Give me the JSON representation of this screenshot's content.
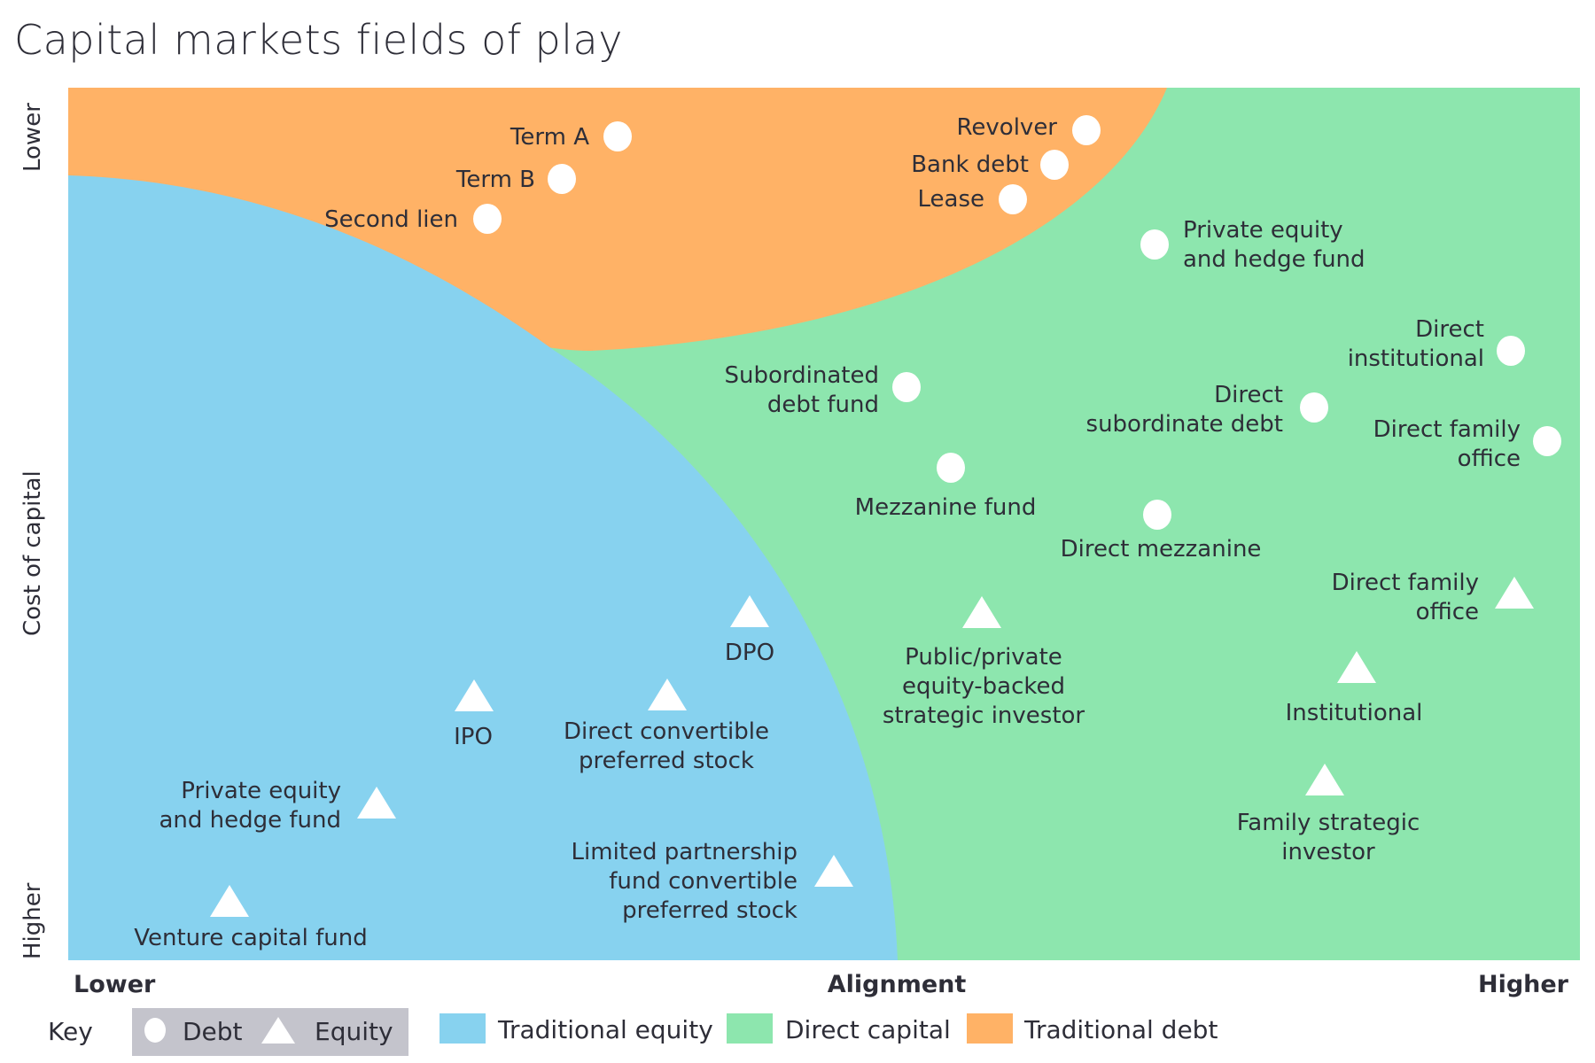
{
  "title": "Capital markets fields of play",
  "colors": {
    "traditional_equity": "#87d2ef",
    "direct_capital": "#8de6ae",
    "traditional_debt": "#ffb266",
    "marker": "#ffffff",
    "text": "#2e2e38",
    "key_box": "#c4c4cc"
  },
  "axes": {
    "y_title": "Cost of capital",
    "y_top": "Lower",
    "y_bottom": "Higher",
    "x_title": "Alignment",
    "x_left": "Lower",
    "x_right": "Higher"
  },
  "regions": [
    {
      "name": "Traditional debt"
    },
    {
      "name": "Traditional equity"
    },
    {
      "name": "Direct capital"
    }
  ],
  "points": [
    {
      "id": "term-a",
      "type": "debt",
      "lines": [
        "Term A"
      ],
      "region": "Traditional debt"
    },
    {
      "id": "term-b",
      "type": "debt",
      "lines": [
        "Term B"
      ],
      "region": "Traditional debt"
    },
    {
      "id": "second-lien",
      "type": "debt",
      "lines": [
        "Second lien"
      ],
      "region": "Traditional debt"
    },
    {
      "id": "revolver",
      "type": "debt",
      "lines": [
        "Revolver"
      ],
      "region": "Traditional debt"
    },
    {
      "id": "bank-debt",
      "type": "debt",
      "lines": [
        "Bank debt"
      ],
      "region": "Traditional debt"
    },
    {
      "id": "lease",
      "type": "debt",
      "lines": [
        "Lease"
      ],
      "region": "Traditional debt"
    },
    {
      "id": "pe-hedge-debt",
      "type": "debt",
      "lines": [
        "Private equity",
        "and hedge fund"
      ],
      "region": "Direct capital"
    },
    {
      "id": "direct-institutional",
      "type": "debt",
      "lines": [
        "Direct",
        "institutional"
      ],
      "region": "Direct capital"
    },
    {
      "id": "subordinated-debt-fund",
      "type": "debt",
      "lines": [
        "Subordinated",
        "debt fund"
      ],
      "region": "Direct capital"
    },
    {
      "id": "direct-subordinate-debt",
      "type": "debt",
      "lines": [
        "Direct",
        "subordinate debt"
      ],
      "region": "Direct capital"
    },
    {
      "id": "direct-family-office-debt",
      "type": "debt",
      "lines": [
        "Direct family",
        "office"
      ],
      "region": "Direct capital"
    },
    {
      "id": "mezzanine-fund",
      "type": "debt",
      "lines": [
        "Mezzanine fund"
      ],
      "region": "Direct capital"
    },
    {
      "id": "direct-mezzanine",
      "type": "debt",
      "lines": [
        "Direct mezzanine"
      ],
      "region": "Direct capital"
    },
    {
      "id": "dpo",
      "type": "equity",
      "lines": [
        "DPO"
      ],
      "region": "Traditional equity"
    },
    {
      "id": "public-private-strategic",
      "type": "equity",
      "lines": [
        "Public/private",
        "equity-backed",
        "strategic investor"
      ],
      "region": "Direct capital"
    },
    {
      "id": "direct-family-office-equity",
      "type": "equity",
      "lines": [
        "Direct family",
        "office"
      ],
      "region": "Direct capital"
    },
    {
      "id": "institutional",
      "type": "equity",
      "lines": [
        "Institutional"
      ],
      "region": "Direct capital"
    },
    {
      "id": "ipo",
      "type": "equity",
      "lines": [
        "IPO"
      ],
      "region": "Traditional equity"
    },
    {
      "id": "direct-convertible-preferred",
      "type": "equity",
      "lines": [
        "Direct convertible",
        "preferred stock"
      ],
      "region": "Traditional equity"
    },
    {
      "id": "pe-hedge-equity",
      "type": "equity",
      "lines": [
        "Private equity",
        "and hedge fund"
      ],
      "region": "Traditional equity"
    },
    {
      "id": "family-strategic-investor",
      "type": "equity",
      "lines": [
        "Family strategic",
        "investor"
      ],
      "region": "Direct capital"
    },
    {
      "id": "lp-fund-convertible-preferred",
      "type": "equity",
      "lines": [
        "Limited partnership",
        "fund convertible",
        "preferred stock"
      ],
      "region": "Traditional equity"
    },
    {
      "id": "venture-capital-fund",
      "type": "equity",
      "lines": [
        "Venture capital fund"
      ],
      "region": "Traditional equity"
    }
  ],
  "legend": {
    "key_label": "Key",
    "debt_label": "Debt",
    "equity_label": "Equity",
    "swatches": [
      {
        "label": "Traditional equity",
        "color": "#87d2ef"
      },
      {
        "label": "Direct capital",
        "color": "#8de6ae"
      },
      {
        "label": "Traditional debt",
        "color": "#ffb266"
      }
    ]
  }
}
